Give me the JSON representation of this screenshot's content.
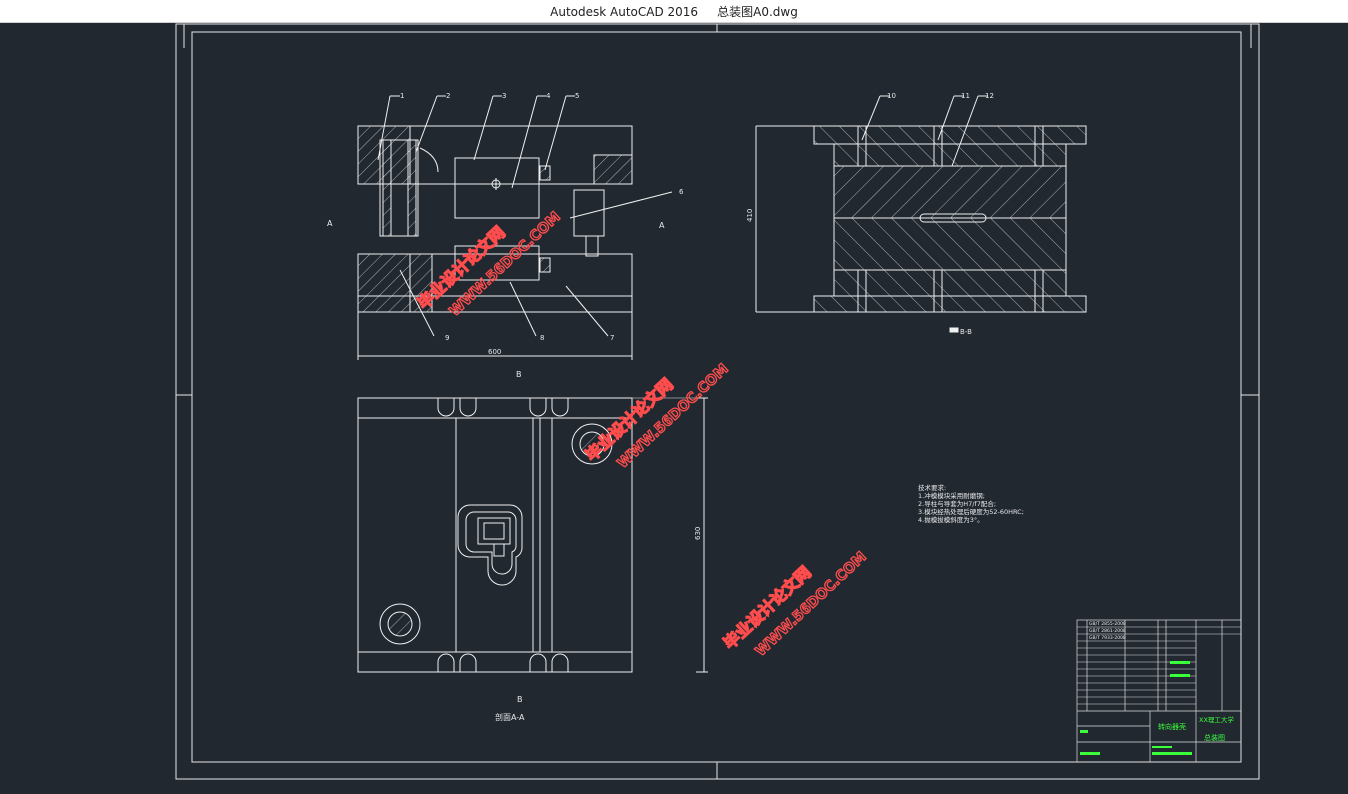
{
  "window": {
    "title": "Autodesk AutoCAD 2016     总装图A0.dwg"
  },
  "drawing": {
    "top_balloons": [
      "1",
      "2",
      "3",
      "4",
      "5"
    ],
    "side_balloons": [
      "6",
      "7",
      "8",
      "9"
    ],
    "right_balloons": [
      "10",
      "11",
      "12"
    ],
    "section_letter_a": "A",
    "section_letter_b": "B",
    "view_bb_label": "B-B",
    "view_aa_label": "剖面A-A",
    "dim_width": "600",
    "dim_height_right": "410",
    "dim_height_plan": "630",
    "tech_title": "技术要求:",
    "tech_lines": [
      "1.冲模模块采用耐磨钢;",
      "2.导柱与导套为H7/f7配合;",
      "3.模块经热处理后硬度为52-60HRC;",
      "4.抛模拔模斜度为3°。"
    ]
  },
  "title_block": {
    "part_name": "转向器壳",
    "school": "XX理工大学",
    "drawing_name": "总装图",
    "standards": [
      "GB/T 2855-2008",
      "GB/T 2861-2008",
      "GB/T 7933-2008"
    ]
  },
  "watermark": {
    "line1": "毕业设计论文网",
    "line2": "WWW.56DOC.COM"
  },
  "colors": {
    "background": "#212830",
    "lines": "#ffffff",
    "accent": "#3cff3c"
  }
}
